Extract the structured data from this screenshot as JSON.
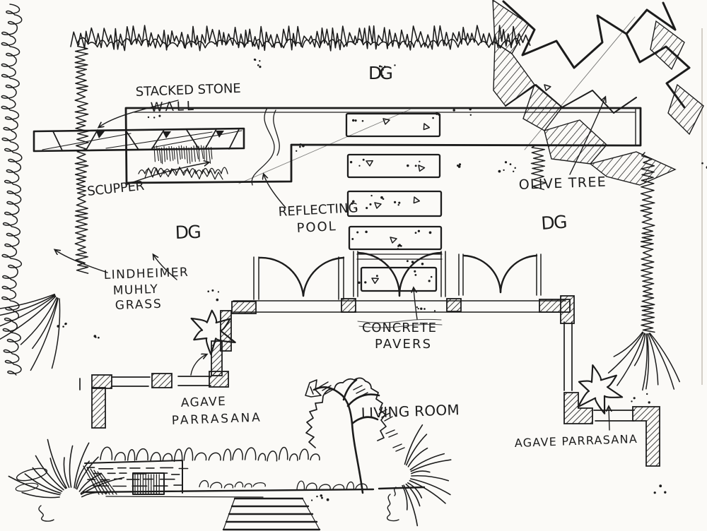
{
  "colors": {
    "ink": "#1c1c1c",
    "paper": "#fbfaf7"
  },
  "labels": {
    "stacked_stone_wall": {
      "line1": "STACKED STONE",
      "line2": "WALL"
    },
    "scupper": "SCUPPER",
    "dg": "DG",
    "reflecting_pool": {
      "line1": "REFLECTING",
      "line2": "POOL"
    },
    "olive_tree": "OLIVE TREE",
    "lindheimer_muhly_grass": {
      "line1": "LINDHEIMER",
      "line2": "MUHLY",
      "line3": "GRASS"
    },
    "concrete_pavers": {
      "line1": "CONCRETE",
      "line2": "PAVERS"
    },
    "agave_parrasana_left": {
      "line1": "AGAVE",
      "line2": "PARRASANA"
    },
    "living_room": "LIVING ROOM",
    "agave_parrasana_right": "AGAVE PARRASANA"
  }
}
